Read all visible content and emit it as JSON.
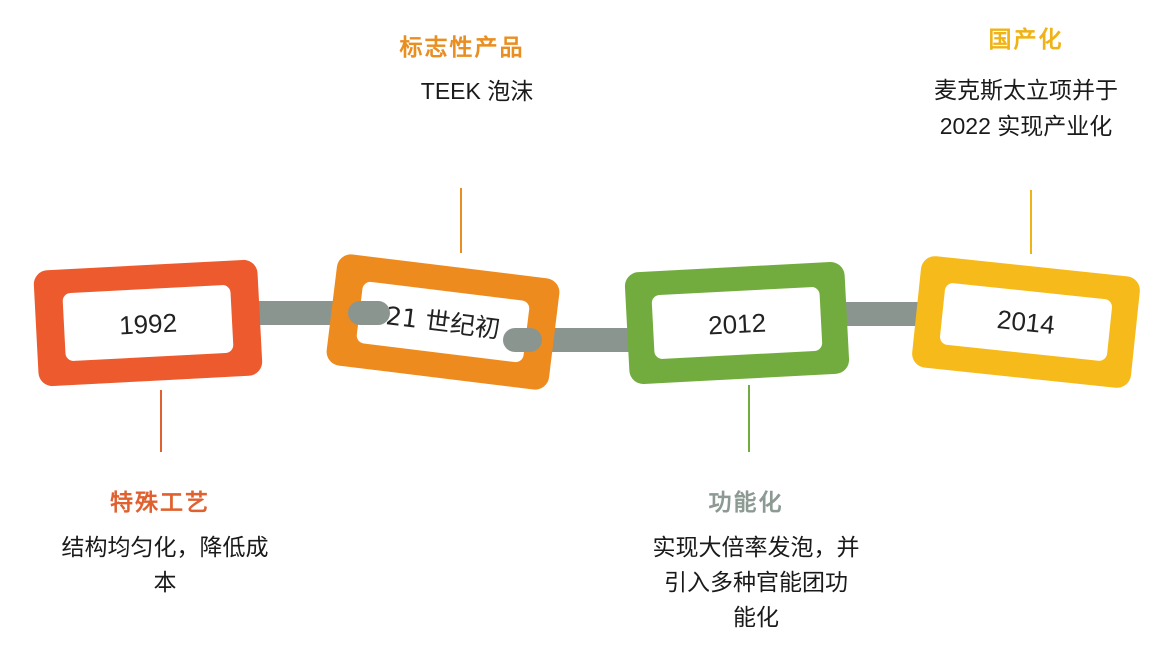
{
  "colors": {
    "red": "#EC5A2E",
    "orange": "#EE8B1E",
    "green": "#72AC3F",
    "yellow": "#F6BA1A",
    "connector": "#8A9590",
    "label_red": "#E0612F",
    "label_orange": "#E98E20",
    "label_gray": "#8C9A93",
    "label_yellow": "#F0B317"
  },
  "milestones": [
    {
      "year": "1992",
      "label": "特殊工艺",
      "desc": [
        "结构均匀化，降低成",
        "本"
      ]
    },
    {
      "year": "21 世纪初",
      "label": "标志性产品",
      "desc": [
        "TEEK 泡沫"
      ]
    },
    {
      "year": "2012",
      "label": "功能化",
      "desc": [
        "实现大倍率发泡，并",
        "引入多种官能团功",
        "能化"
      ]
    },
    {
      "year": "2014",
      "label": "国产化",
      "desc": [
        "麦克斯太立项并于",
        "2022 实现产业化"
      ]
    }
  ]
}
